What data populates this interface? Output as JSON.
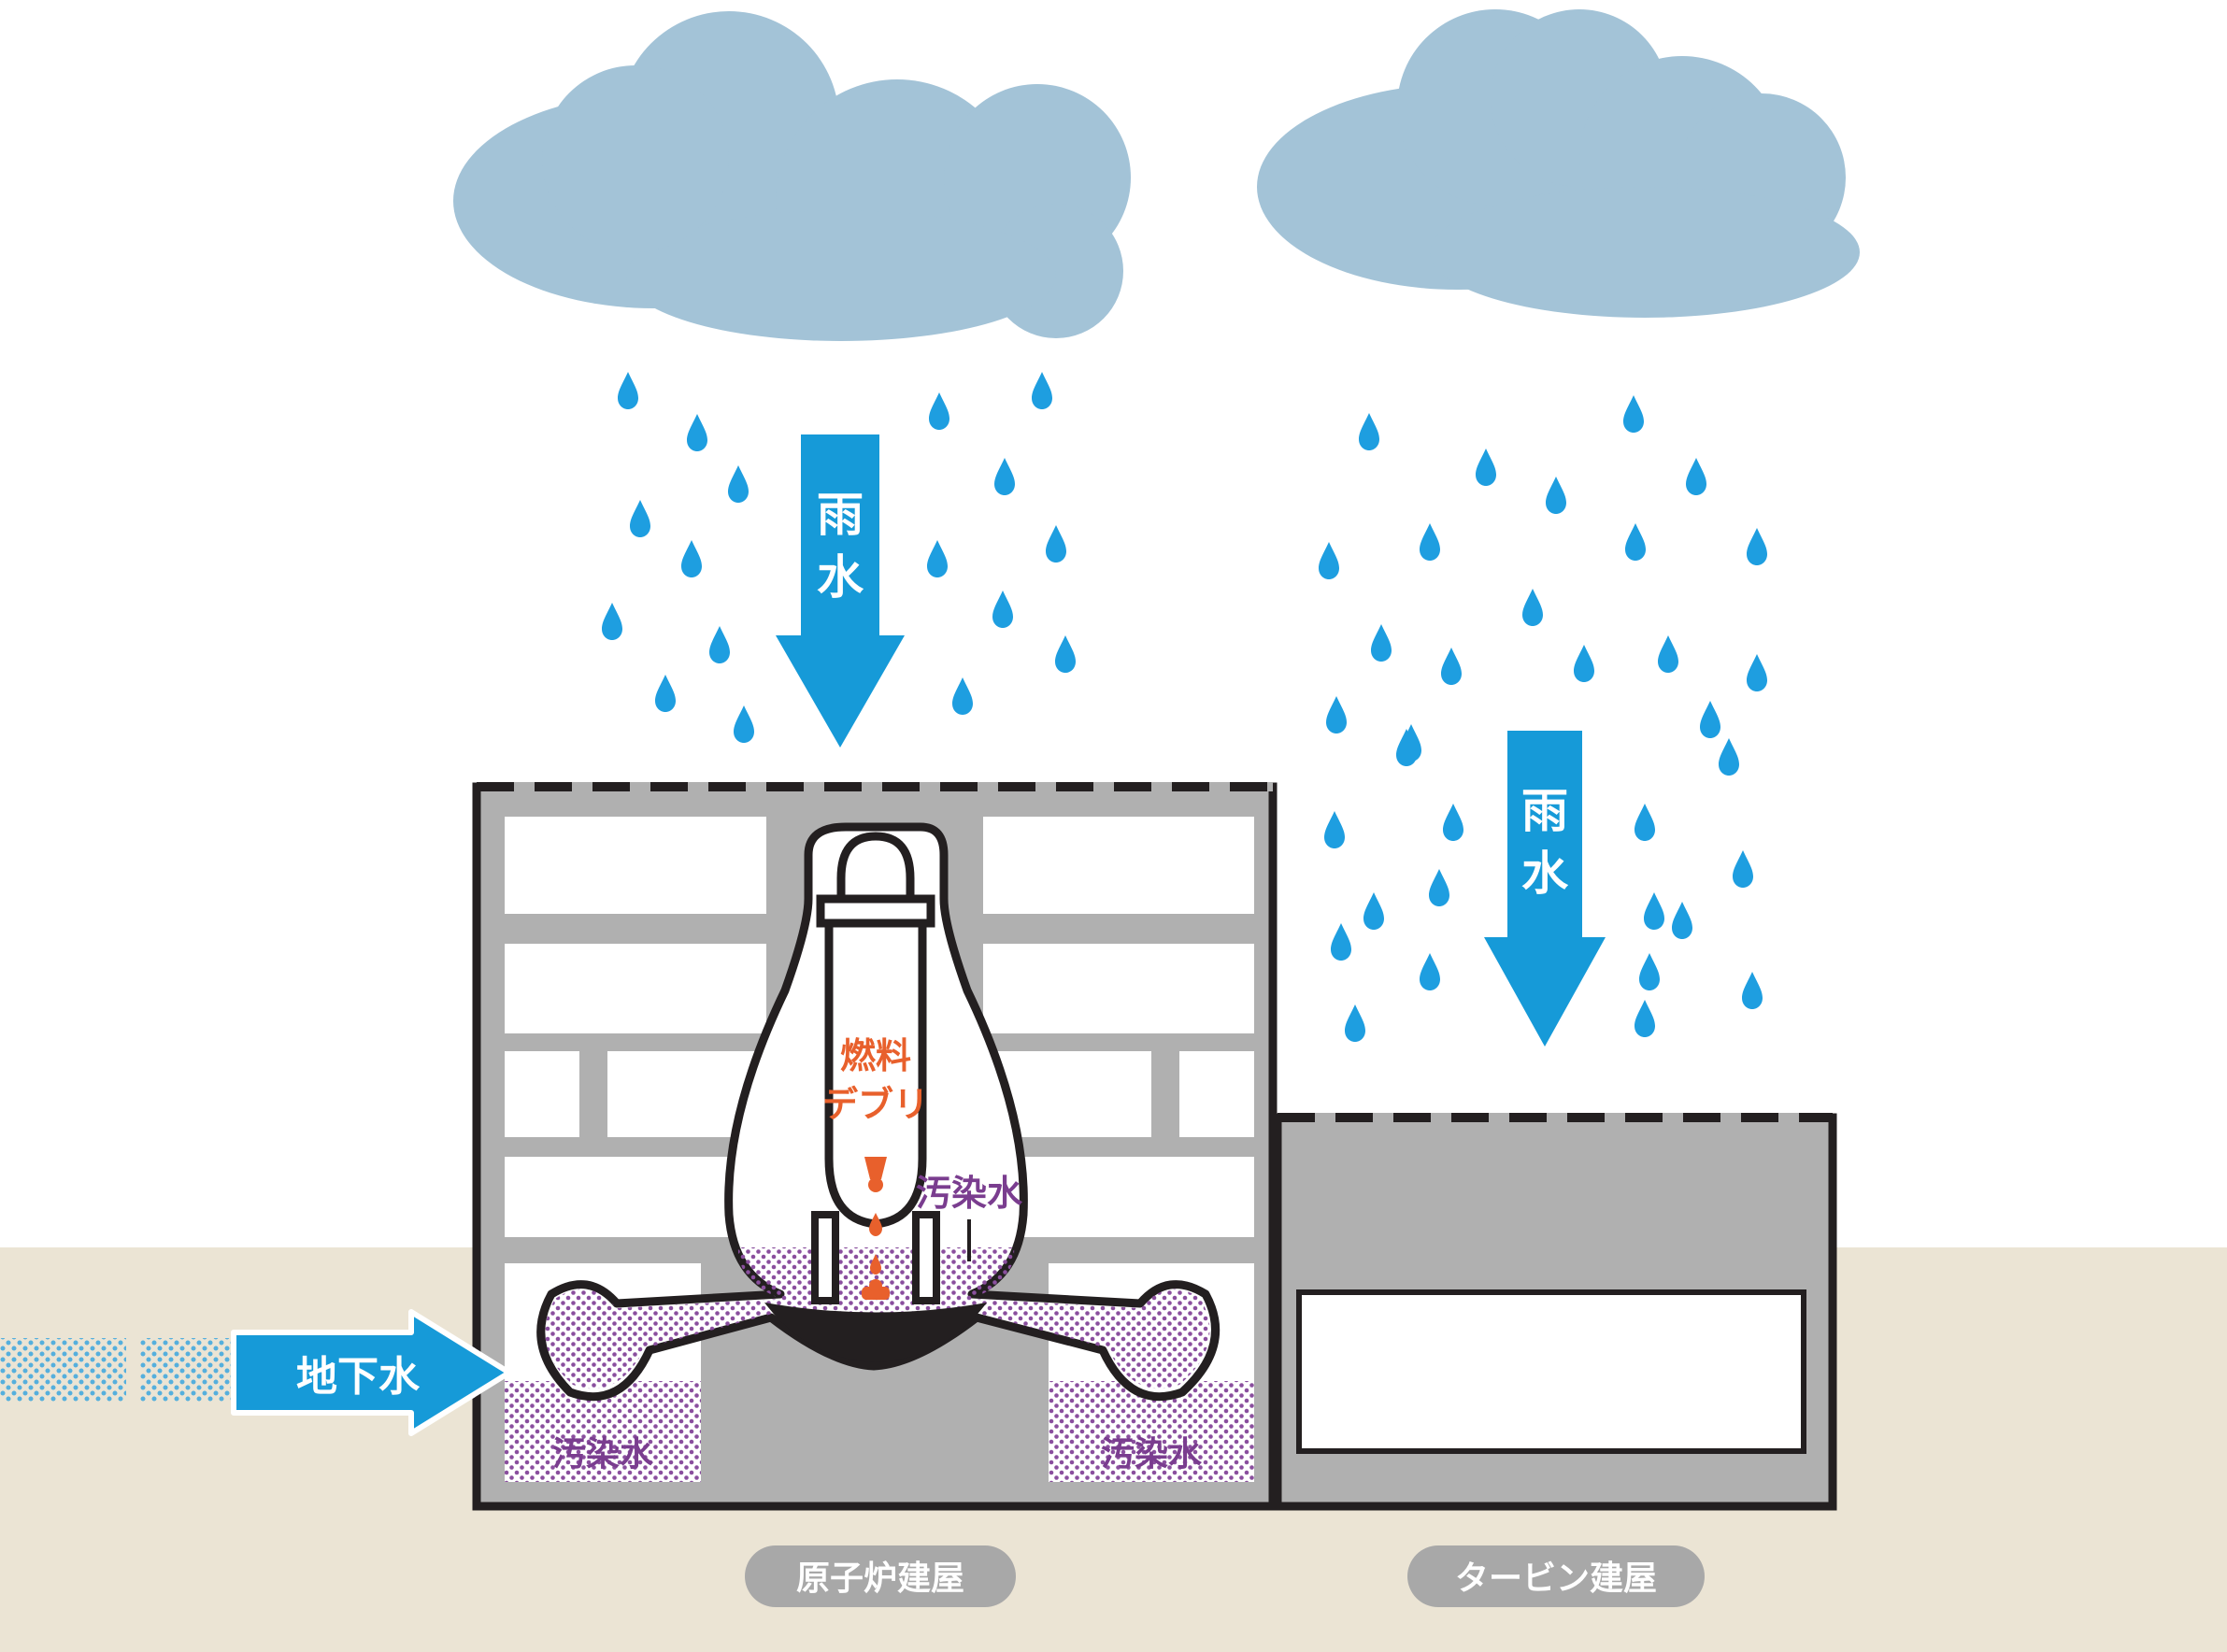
{
  "labels": {
    "rain_left": [
      "雨",
      "水"
    ],
    "rain_right": [
      "雨",
      "水"
    ],
    "groundwater": "地下水",
    "fuel_debris": [
      "燃料",
      "デブリ"
    ],
    "contaminated_inner": "汚染水",
    "contaminated_left": "汚染水",
    "contaminated_right": "汚染水",
    "reactor_building": "原子炉建屋",
    "turbine_building": "タービン建屋"
  },
  "colors": {
    "cloud": "#a3c3d7",
    "rain": "#1e9ee0",
    "arrow": "#169ad8",
    "ground": "#ebe4d4",
    "building_gray": "#b0b0b0",
    "outline": "#231f20",
    "fuel": "#e8602c",
    "contaminated": "#8a4f9e",
    "pill": "#a8a8a8"
  }
}
